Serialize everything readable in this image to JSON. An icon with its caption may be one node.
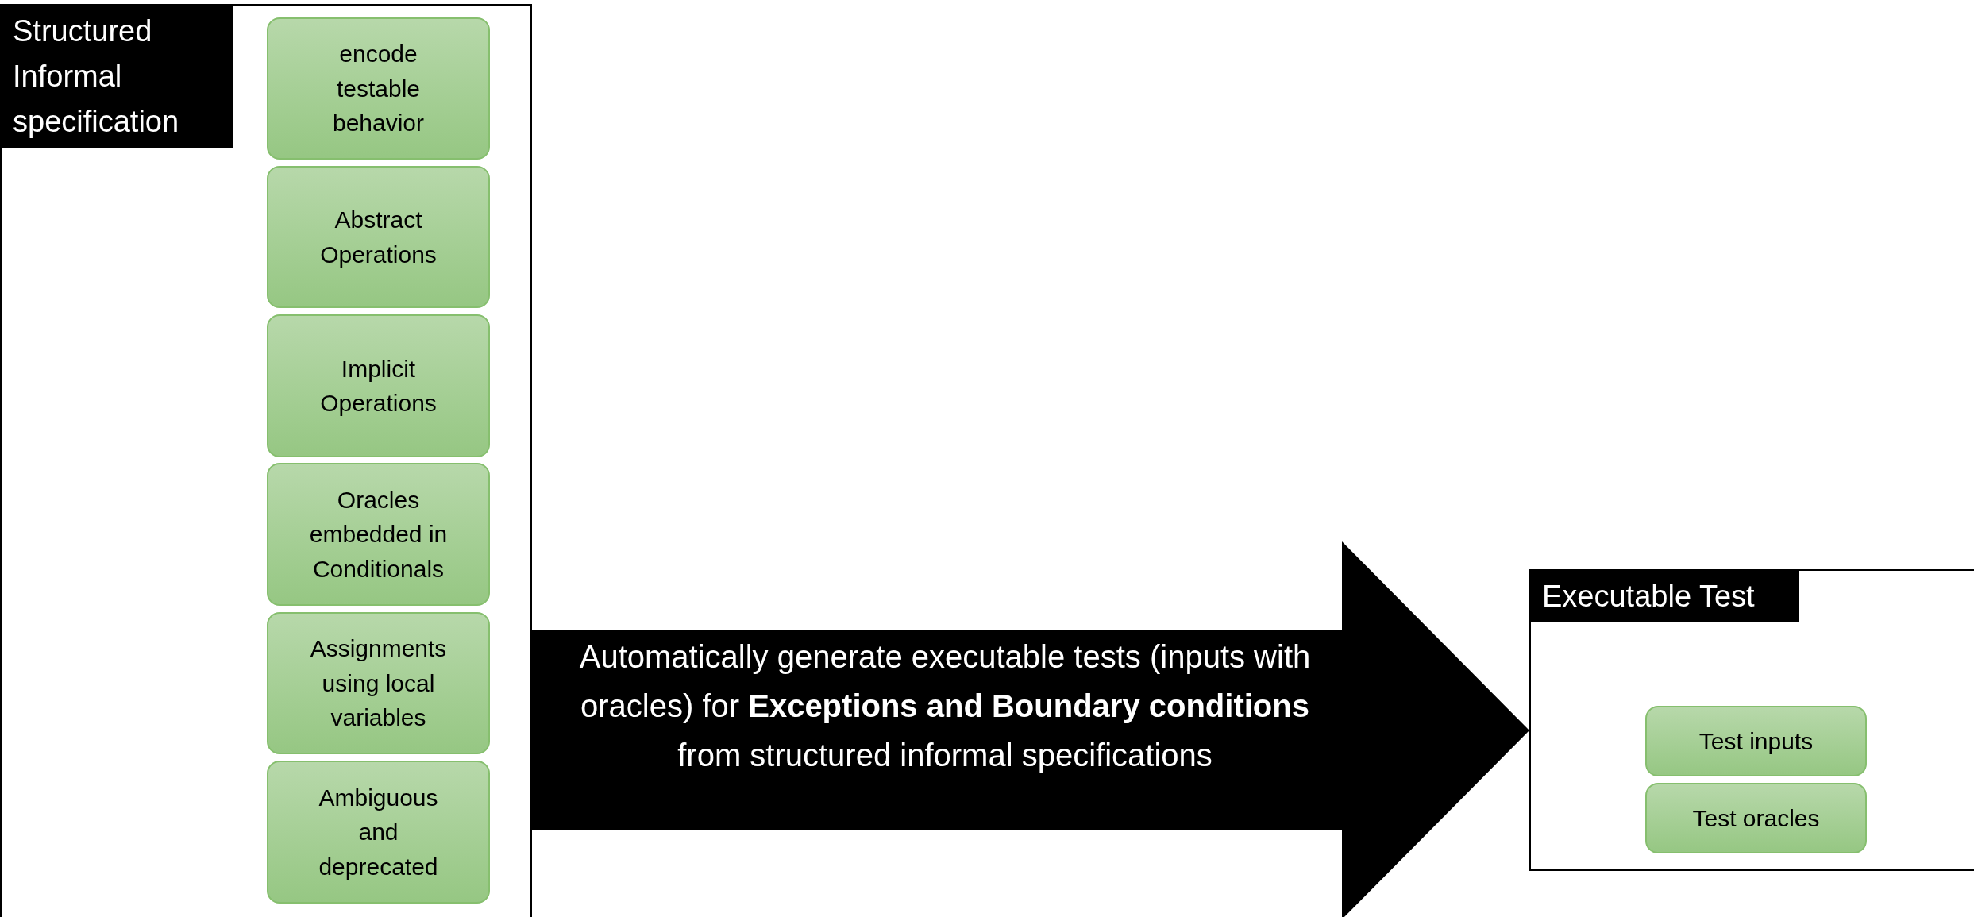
{
  "diagram": {
    "nodes": [
      {
        "text": [
          "Structured Informal specification"
        ]
      },
      {
        "text": [
          "encode testable behavior"
        ],
        "in": 0
      },
      {
        "text": [
          "Abstract Operations"
        ],
        "in": 0
      },
      {
        "text": [
          "Implicit Operations"
        ],
        "in": 0
      },
      {
        "text": [
          "Oracles embedded in Conditionals"
        ],
        "in": 0
      },
      {
        "text": [
          "Assignments using local variables"
        ],
        "in": 0
      },
      {
        "text": [
          "Ambiguous and deprecated"
        ],
        "in": 0
      },
      {
        "text": [
          "Executable Test"
        ]
      },
      {
        "text": [
          "Test inputs"
        ],
        "in": 7
      },
      {
        "text": [
          "Test oracles"
        ],
        "in": 7
      }
    ],
    "edges": [
      {
        "from": 0,
        "to": 7,
        "arrow": "to",
        "style": "thick",
        "label": "Automatically generate executable tests (inputs with oracles) for **Exceptions and Boundary conditions** from structured informal specifications"
      }
    ]
  }
}
